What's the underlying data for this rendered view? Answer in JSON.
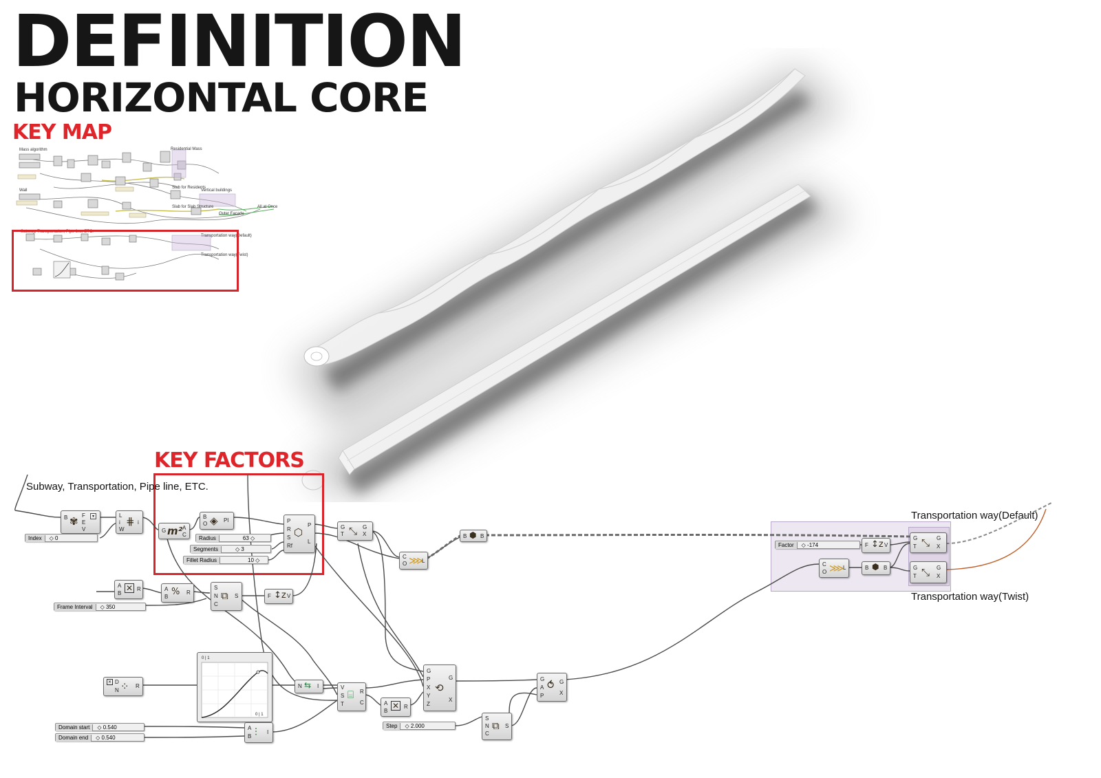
{
  "header": {
    "title": "DEFINITION",
    "subtitle": "HORIZONTAL CORE",
    "key_map_label": "KEY MAP",
    "key_factors_label": "KEY FACTORS"
  },
  "annotations": {
    "left": "Subway, Transportation, Pipe line, ETC.",
    "default_output": "Transportation way(Default)",
    "twist_output": "Transportation way(Twist)"
  },
  "parameters": {
    "index": {
      "label": "Index",
      "value": "◇ 0"
    },
    "radius": {
      "label": "Radius",
      "value": "63 ◇"
    },
    "segments": {
      "label": "Segments",
      "value": "◇ 3"
    },
    "fillet_radius": {
      "label": "Fillet Radius",
      "value": "10 ◇"
    },
    "frame_interval": {
      "label": "Frame Interval",
      "value": "◇ 350"
    },
    "factor": {
      "label": "Factor",
      "value": "◇ -174"
    },
    "domain_start": {
      "label": "Domain start",
      "value": "◇ 0.540"
    },
    "domain_end": {
      "label": "Domain end",
      "value": "◇ 0.540"
    },
    "step": {
      "label": "Step",
      "value": "◇ 2.000"
    }
  },
  "graph_mapper": {
    "corner_top": "0 | 1",
    "corner_bottom": "0 | 1"
  },
  "keymap_notes": {
    "mass": "Mass algorithm",
    "residential": "Residential Mass",
    "wall": "Wall",
    "slab_residents": "Slab for Residents",
    "vertical": "Vertical buildings",
    "slab_structure": "Slab for Slab Structure",
    "outer_facade": "Outer Facade",
    "all_at_once": "All at Once",
    "subway": "Subway, Transportation, Pipe line, ETC.",
    "tw_default": "Transportation way(Default)",
    "tw_twist": "Transportation way(Twist)"
  },
  "colors": {
    "accent_red": "#e0252a",
    "title": "#161616",
    "wire_orange": "#c0602a",
    "group_fill": "#d8cfe0"
  },
  "icons": [
    "explode-icon",
    "list-item-icon",
    "area-icon",
    "plane-icon",
    "polygon-icon",
    "loft-icon",
    "division-icon",
    "multiply-icon",
    "series-icon",
    "vector-z-icon",
    "fillet-icon",
    "rotate-icon",
    "divide-curve-icon",
    "graph-mapper-icon",
    "bounds-icon",
    "remap-icon",
    "construct-point-icon",
    "transform-icon",
    "twist-icon"
  ]
}
